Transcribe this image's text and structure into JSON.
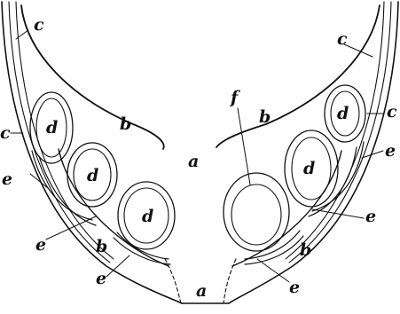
{
  "figure": {
    "labels": {
      "a": "a",
      "b": "b",
      "c": "c",
      "d": "d",
      "e": "e",
      "f": "f"
    }
  }
}
